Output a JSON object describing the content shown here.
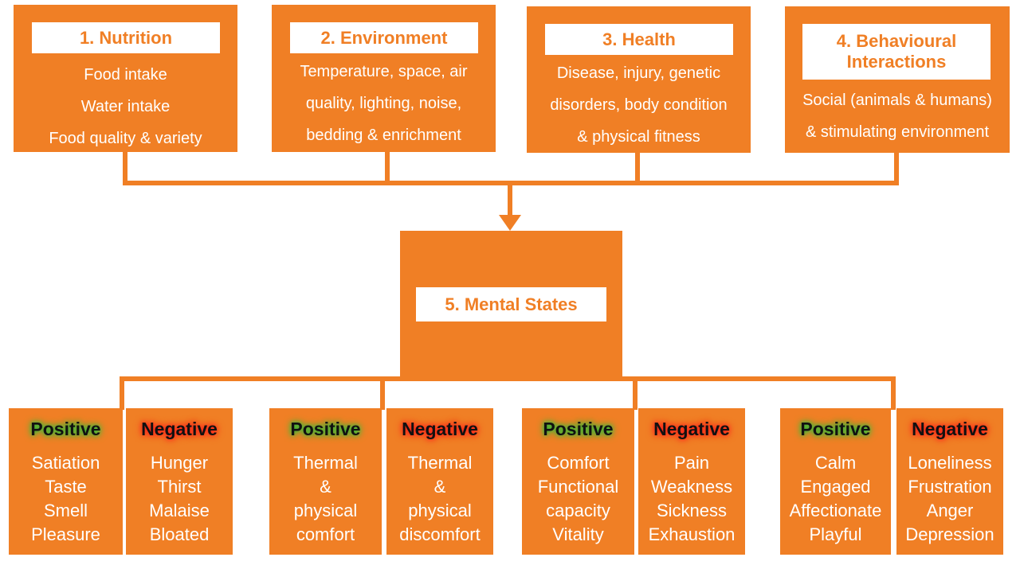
{
  "colors": {
    "box_fill": "#f07f25",
    "title_fill": "#ffffff",
    "positive_glow": "#18c53a",
    "negative_glow": "#ff1a1a"
  },
  "domains": [
    {
      "title": "1. Nutrition",
      "lines": [
        "Food intake",
        "Water intake",
        "Food quality & variety"
      ]
    },
    {
      "title": "2. Environment",
      "lines": [
        "Temperature, space, air",
        "quality, lighting, noise,",
        "bedding & enrichment"
      ]
    },
    {
      "title": "3. Health",
      "lines": [
        "Disease, injury, genetic",
        "disorders, body condition",
        "& physical fitness"
      ]
    },
    {
      "title_lines": [
        "4. Behavioural",
        "Interactions"
      ],
      "lines": [
        "Social (animals & humans)",
        "& stimulating environment"
      ]
    }
  ],
  "mental_states": {
    "title": "5. Mental States"
  },
  "states": [
    {
      "label": "Positive",
      "items": [
        "Satiation",
        "Taste",
        "Smell",
        "Pleasure"
      ]
    },
    {
      "label": "Negative",
      "items": [
        "Hunger",
        "Thirst",
        "Malaise",
        "Bloated"
      ]
    },
    {
      "label": "Positive",
      "items": [
        "Thermal",
        "&",
        "physical",
        "comfort"
      ]
    },
    {
      "label": "Negative",
      "items": [
        "Thermal",
        "&",
        "physical",
        "discomfort"
      ]
    },
    {
      "label": "Positive",
      "items": [
        "Comfort",
        "Functional",
        "capacity",
        "Vitality"
      ]
    },
    {
      "label": "Negative",
      "items": [
        "Pain",
        "Weakness",
        "Sickness",
        "Exhaustion"
      ]
    },
    {
      "label": "Positive",
      "items": [
        "Calm",
        "Engaged",
        "Affectionate",
        "Playful"
      ]
    },
    {
      "label": "Negative",
      "items": [
        "Loneliness",
        "Frustration",
        "Anger",
        "Depression"
      ]
    }
  ]
}
